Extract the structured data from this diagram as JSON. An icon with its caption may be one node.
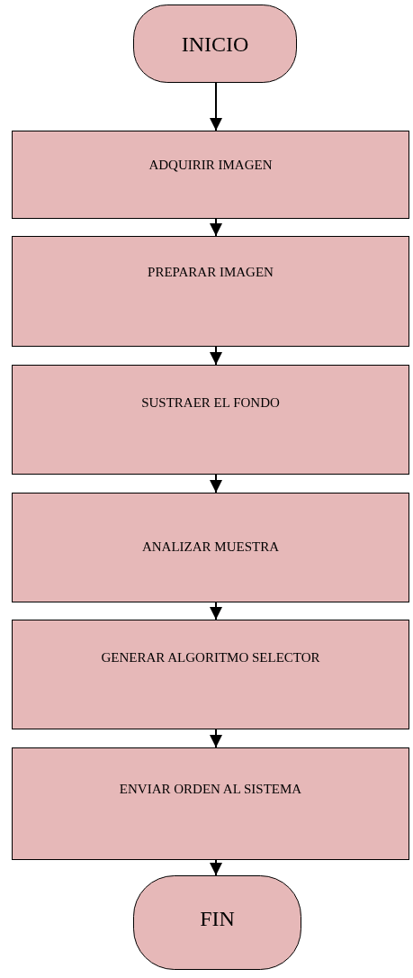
{
  "diagram": {
    "nodes": [
      {
        "text": [
          "INICIO"
        ]
      },
      {
        "text": [
          "ADQUIRIR IMAGEN"
        ]
      },
      {
        "text": [
          "PREPARAR IMAGEN"
        ]
      },
      {
        "text": [
          "SUSTRAER EL FONDO"
        ]
      },
      {
        "text": [
          "ANALIZAR MUESTRA"
        ]
      },
      {
        "text": [
          "GENERAR ALGORITMO SELECTOR"
        ]
      },
      {
        "text": [
          "ENVIAR ORDEN AL SISTEMA"
        ]
      },
      {
        "text": [
          "FIN"
        ]
      }
    ],
    "edges": [
      {
        "from": 0,
        "to": 1,
        "arrow": "to"
      },
      {
        "from": 1,
        "to": 2,
        "arrow": "to"
      },
      {
        "from": 2,
        "to": 3,
        "arrow": "to"
      },
      {
        "from": 3,
        "to": 4,
        "arrow": "to"
      },
      {
        "from": 4,
        "to": 5,
        "arrow": "to"
      },
      {
        "from": 5,
        "to": 6,
        "arrow": "to"
      },
      {
        "from": 6,
        "to": 7,
        "arrow": "to"
      }
    ]
  }
}
